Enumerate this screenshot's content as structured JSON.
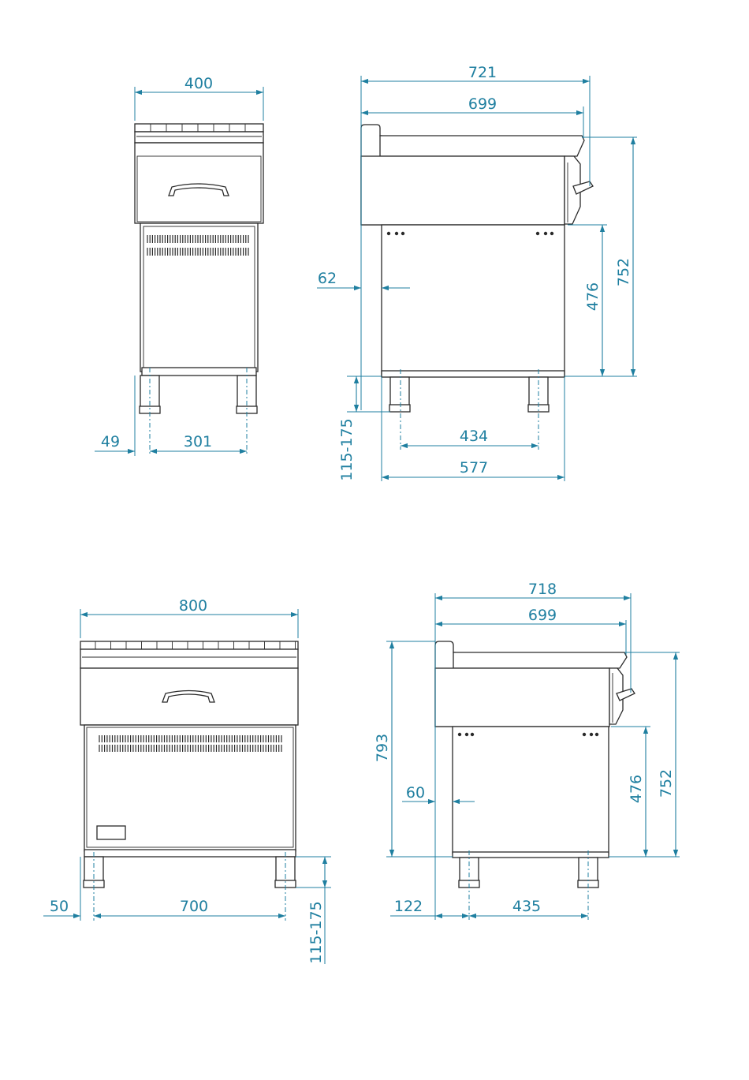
{
  "colors": {
    "dimension": "#1f7fa0",
    "outline": "#2a2a2a",
    "background": "#ffffff"
  },
  "views": {
    "small_front": {
      "width": "400",
      "left_offset": "49",
      "leg_spacing": "301"
    },
    "small_side": {
      "overall_depth": "721",
      "top_depth": "699",
      "front_offset": "62",
      "total_height": "752",
      "cabinet_height": "476",
      "leg_height": "115-175",
      "leg_spacing": "434",
      "base_depth": "577"
    },
    "large_front": {
      "width": "800",
      "left_offset": "50",
      "leg_spacing": "700",
      "leg_height": "115-175"
    },
    "large_side": {
      "overall_depth": "718",
      "top_depth": "699",
      "max_height": "793",
      "front_offset": "60",
      "cabinet_height": "476",
      "total_height": "752",
      "rear_offset": "122",
      "leg_spacing": "435"
    }
  }
}
